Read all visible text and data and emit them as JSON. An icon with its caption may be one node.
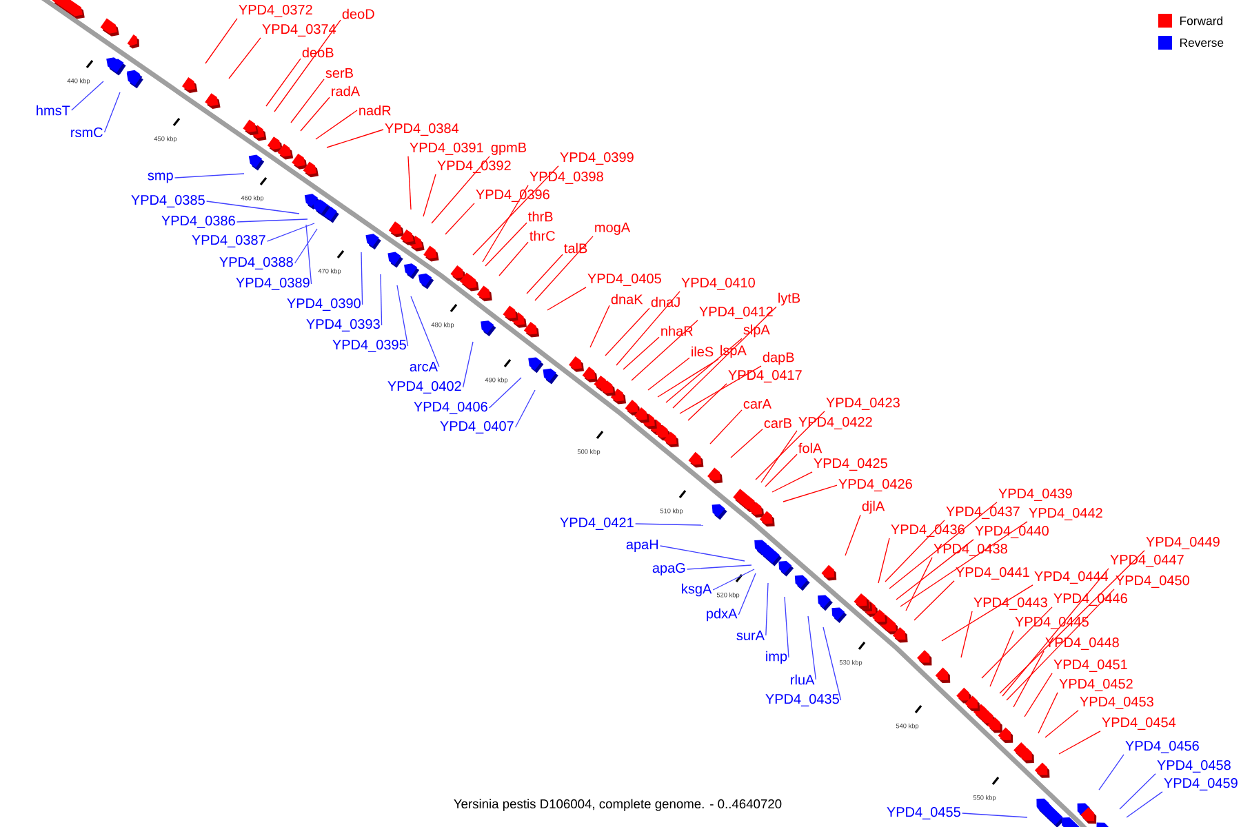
{
  "diagram": {
    "caption": "Yersinia pestis D106004, complete genome. - 0..4640720",
    "nodes": [
      {
        "text": [
          "YPD4_0372"
        ]
      },
      {
        "text": [
          "deoD"
        ]
      },
      {
        "text": [
          "YPD4_0374"
        ]
      },
      {
        "text": [
          "deoB"
        ]
      },
      {
        "text": [
          "serB"
        ]
      },
      {
        "text": [
          "radA"
        ]
      },
      {
        "text": [
          "hmsT"
        ]
      },
      {
        "text": [
          "nadR"
        ]
      },
      {
        "text": [
          "YPD4_0384"
        ]
      },
      {
        "text": [
          "rsmC"
        ]
      },
      {
        "text": [
          "YPD4_0391"
        ]
      },
      {
        "text": [
          "gpmB"
        ]
      },
      {
        "text": [
          "YPD4_0399"
        ]
      },
      {
        "text": [
          "YPD4_0392"
        ]
      },
      {
        "text": [
          "smp"
        ]
      },
      {
        "text": [
          "YPD4_0398"
        ]
      },
      {
        "text": [
          "YPD4_0396"
        ]
      },
      {
        "text": [
          "YPD4_0385"
        ]
      },
      {
        "text": [
          "thrB"
        ]
      },
      {
        "text": [
          "YPD4_0386"
        ]
      },
      {
        "text": [
          "mogA"
        ]
      },
      {
        "text": [
          "thrC"
        ]
      },
      {
        "text": [
          "YPD4_0387"
        ]
      },
      {
        "text": [
          "talB"
        ]
      },
      {
        "text": [
          "YPD4_0388"
        ]
      },
      {
        "text": [
          "YPD4_0405"
        ]
      },
      {
        "text": [
          "YPD4_0389"
        ]
      },
      {
        "text": [
          "YPD4_0410"
        ]
      },
      {
        "text": [
          "dnaK"
        ]
      },
      {
        "text": [
          "lytB"
        ]
      },
      {
        "text": [
          "dnaJ"
        ]
      },
      {
        "text": [
          "YPD4_0390"
        ]
      },
      {
        "text": [
          "YPD4_0412"
        ]
      },
      {
        "text": [
          "YPD4_0393"
        ]
      },
      {
        "text": [
          "nhaR"
        ]
      },
      {
        "text": [
          "slpA"
        ]
      },
      {
        "text": [
          "YPD4_0395"
        ]
      },
      {
        "text": [
          "ileS"
        ]
      },
      {
        "text": [
          "lspA"
        ]
      },
      {
        "text": [
          "dapB"
        ]
      },
      {
        "text": [
          "arcA"
        ]
      },
      {
        "text": [
          "YPD4_0417"
        ]
      },
      {
        "text": [
          "YPD4_0402"
        ]
      },
      {
        "text": [
          "carA"
        ]
      },
      {
        "text": [
          "YPD4_0423"
        ]
      },
      {
        "text": [
          "YPD4_0406"
        ]
      },
      {
        "text": [
          "carB"
        ]
      },
      {
        "text": [
          "YPD4_0422"
        ]
      },
      {
        "text": [
          "YPD4_0407"
        ]
      },
      {
        "text": [
          "folA"
        ]
      },
      {
        "text": [
          "YPD4_0425"
        ]
      },
      {
        "text": [
          "YPD4_0426"
        ]
      },
      {
        "text": [
          "YPD4_0439"
        ]
      },
      {
        "text": [
          "djlA"
        ]
      },
      {
        "text": [
          "YPD4_0437"
        ]
      },
      {
        "text": [
          "YPD4_0442"
        ]
      },
      {
        "text": [
          "YPD4_0421"
        ]
      },
      {
        "text": [
          "YPD4_0436"
        ]
      },
      {
        "text": [
          "YPD4_0440"
        ]
      },
      {
        "text": [
          "YPD4_0449"
        ]
      },
      {
        "text": [
          "apaH"
        ]
      },
      {
        "text": [
          "YPD4_0438"
        ]
      },
      {
        "text": [
          "YPD4_0447"
        ]
      },
      {
        "text": [
          "apaG"
        ]
      },
      {
        "text": [
          "YPD4_0441"
        ]
      },
      {
        "text": [
          "YPD4_0444"
        ]
      },
      {
        "text": [
          "YPD4_0450"
        ]
      },
      {
        "text": [
          "ksgA"
        ]
      },
      {
        "text": [
          "YPD4_0446"
        ]
      },
      {
        "text": [
          "YPD4_0443"
        ]
      },
      {
        "text": [
          "pdxA"
        ]
      },
      {
        "text": [
          "YPD4_0445"
        ]
      },
      {
        "text": [
          "surA"
        ]
      },
      {
        "text": [
          "YPD4_0448"
        ]
      },
      {
        "text": [
          "imp"
        ]
      },
      {
        "text": [
          "YPD4_0451"
        ]
      },
      {
        "text": [
          "rluA"
        ]
      },
      {
        "text": [
          "YPD4_0452"
        ]
      },
      {
        "text": [
          "YPD4_0435"
        ]
      },
      {
        "text": [
          "YPD4_0453"
        ]
      },
      {
        "text": [
          "YPD4_0454"
        ]
      },
      {
        "text": [
          "YPD4_0456"
        ]
      },
      {
        "text": [
          "YPD4_0458"
        ]
      },
      {
        "text": [
          "YPD4_0459"
        ]
      },
      {
        "text": [
          "YPD4_0455"
        ]
      }
    ],
    "edges": [
      {
        "from": 0,
        "to": null,
        "arrow": "none"
      },
      {
        "from": 1,
        "to": null,
        "arrow": "none"
      },
      {
        "from": 2,
        "to": null,
        "arrow": "none"
      },
      {
        "from": 3,
        "to": null,
        "arrow": "none"
      },
      {
        "from": 4,
        "to": null,
        "arrow": "none"
      },
      {
        "from": 5,
        "to": null,
        "arrow": "none"
      },
      {
        "from": 6,
        "to": null,
        "arrow": "none",
        "color": "#4040ff"
      },
      {
        "from": 7,
        "to": null,
        "arrow": "none"
      },
      {
        "from": 8,
        "to": null,
        "arrow": "none"
      },
      {
        "from": 9,
        "to": null,
        "arrow": "none",
        "color": "#4040ff"
      },
      {
        "from": 10,
        "to": null,
        "arrow": "none"
      },
      {
        "from": 11,
        "to": null,
        "arrow": "none"
      },
      {
        "from": 12,
        "to": null,
        "arrow": "none"
      },
      {
        "from": 13,
        "to": null,
        "arrow": "none"
      },
      {
        "from": 14,
        "to": null,
        "arrow": "none",
        "color": "#4040ff"
      },
      {
        "from": 15,
        "to": null,
        "arrow": "none"
      },
      {
        "from": 16,
        "to": null,
        "arrow": "none"
      },
      {
        "from": 17,
        "to": null,
        "arrow": "none",
        "color": "#4040ff"
      },
      {
        "from": 18,
        "to": null,
        "arrow": "none"
      },
      {
        "from": 19,
        "to": null,
        "arrow": "none",
        "color": "#4040ff"
      },
      {
        "from": 20,
        "to": null,
        "arrow": "none"
      },
      {
        "from": 21,
        "to": null,
        "arrow": "none"
      },
      {
        "from": 22,
        "to": null,
        "arrow": "none",
        "color": "#4040ff"
      },
      {
        "from": 23,
        "to": null,
        "arrow": "none"
      },
      {
        "from": 24,
        "to": null,
        "arrow": "none",
        "color": "#4040ff"
      },
      {
        "from": 25,
        "to": null,
        "arrow": "none"
      },
      {
        "from": 26,
        "to": null,
        "arrow": "none",
        "color": "#4040ff"
      },
      {
        "from": 27,
        "to": null,
        "arrow": "none"
      },
      {
        "from": 28,
        "to": null,
        "arrow": "none"
      },
      {
        "from": 29,
        "to": null,
        "arrow": "none"
      },
      {
        "from": 30,
        "to": null,
        "arrow": "none"
      },
      {
        "from": 31,
        "to": null,
        "arrow": "none",
        "color": "#4040ff"
      },
      {
        "from": 32,
        "to": null,
        "arrow": "none"
      },
      {
        "from": 33,
        "to": null,
        "arrow": "none",
        "color": "#4040ff"
      },
      {
        "from": 34,
        "to": null,
        "arrow": "none"
      },
      {
        "from": 35,
        "to": null,
        "arrow": "none"
      },
      {
        "from": 36,
        "to": null,
        "arrow": "none",
        "color": "#4040ff"
      },
      {
        "from": 37,
        "to": null,
        "arrow": "none"
      },
      {
        "from": 38,
        "to": null,
        "arrow": "none"
      },
      {
        "from": 39,
        "to": null,
        "arrow": "none"
      },
      {
        "from": 40,
        "to": null,
        "arrow": "none",
        "color": "#4040ff"
      },
      {
        "from": 41,
        "to": null,
        "arrow": "none"
      },
      {
        "from": 42,
        "to": null,
        "arrow": "none",
        "color": "#4040ff"
      },
      {
        "from": 43,
        "to": null,
        "arrow": "none"
      },
      {
        "from": 44,
        "to": null,
        "arrow": "none"
      },
      {
        "from": 45,
        "to": null,
        "arrow": "none",
        "color": "#4040ff"
      },
      {
        "from": 46,
        "to": null,
        "arrow": "none"
      },
      {
        "from": 47,
        "to": null,
        "arrow": "none"
      },
      {
        "from": 48,
        "to": null,
        "arrow": "none",
        "color": "#4040ff"
      },
      {
        "from": 49,
        "to": null,
        "arrow": "none"
      },
      {
        "from": 50,
        "to": null,
        "arrow": "none"
      },
      {
        "from": 51,
        "to": null,
        "arrow": "none"
      },
      {
        "from": 52,
        "to": null,
        "arrow": "none"
      },
      {
        "from": 53,
        "to": null,
        "arrow": "none"
      },
      {
        "from": 54,
        "to": null,
        "arrow": "none"
      },
      {
        "from": 55,
        "to": null,
        "arrow": "none"
      },
      {
        "from": 56,
        "to": null,
        "arrow": "none",
        "color": "#4040ff"
      },
      {
        "from": 57,
        "to": null,
        "arrow": "none"
      },
      {
        "from": 58,
        "to": null,
        "arrow": "none"
      },
      {
        "from": 59,
        "to": null,
        "arrow": "none"
      },
      {
        "from": 60,
        "to": null,
        "arrow": "none",
        "color": "#4040ff"
      },
      {
        "from": 61,
        "to": null,
        "arrow": "none"
      },
      {
        "from": 62,
        "to": null,
        "arrow": "none"
      },
      {
        "from": 63,
        "to": null,
        "arrow": "none",
        "color": "#4040ff"
      },
      {
        "from": 64,
        "to": null,
        "arrow": "none"
      },
      {
        "from": 65,
        "to": null,
        "arrow": "none"
      },
      {
        "from": 66,
        "to": null,
        "arrow": "none"
      },
      {
        "from": 67,
        "to": null,
        "arrow": "none",
        "color": "#4040ff"
      },
      {
        "from": 68,
        "to": null,
        "arrow": "none"
      },
      {
        "from": 69,
        "to": null,
        "arrow": "none"
      },
      {
        "from": 70,
        "to": null,
        "arrow": "none",
        "color": "#4040ff"
      },
      {
        "from": 71,
        "to": null,
        "arrow": "none"
      },
      {
        "from": 72,
        "to": null,
        "arrow": "none",
        "color": "#4040ff"
      },
      {
        "from": 73,
        "to": null,
        "arrow": "none"
      },
      {
        "from": 74,
        "to": null,
        "arrow": "none",
        "color": "#4040ff"
      },
      {
        "from": 75,
        "to": null,
        "arrow": "none"
      },
      {
        "from": 76,
        "to": null,
        "arrow": "none",
        "color": "#4040ff"
      },
      {
        "from": 77,
        "to": null,
        "arrow": "none"
      },
      {
        "from": 78,
        "to": null,
        "arrow": "none",
        "color": "#4040ff"
      },
      {
        "from": 79,
        "to": null,
        "arrow": "none"
      },
      {
        "from": 80,
        "to": null,
        "arrow": "none"
      },
      {
        "from": 81,
        "to": null,
        "arrow": "none",
        "color": "#4040ff"
      },
      {
        "from": 82,
        "to": null,
        "arrow": "none",
        "color": "#4040ff"
      },
      {
        "from": 83,
        "to": null,
        "arrow": "none",
        "color": "#4040ff"
      },
      {
        "from": 84,
        "to": null,
        "arrow": "none",
        "color": "#4040ff"
      }
    ],
    "labels": [
      "440 kbp",
      "450 kbp",
      "460 kbp",
      "470 kbp",
      "480 kbp",
      "490 kbp",
      "500 kbp",
      "510 kbp",
      "520 kbp",
      "530 kbp",
      "540 kbp",
      "550 kbp"
    ],
    "legend": [
      {
        "text": "Forward",
        "color": "#ff0000"
      },
      {
        "text": "Reverse",
        "color": "#0000ff"
      }
    ]
  }
}
